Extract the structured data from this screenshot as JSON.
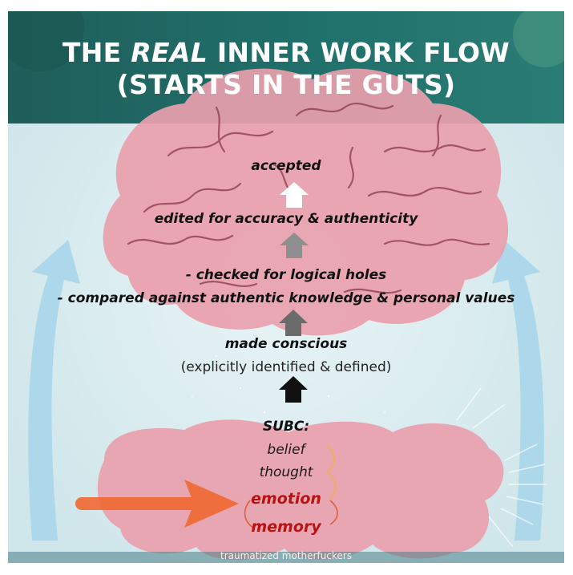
{
  "title": {
    "prefix": "THE ",
    "emphasis": "REAL",
    "suffix": " INNER WORK FLOW",
    "line2": "(STARTS IN THE GUTS)"
  },
  "steps": {
    "accepted": "accepted",
    "edited": "edited for accuracy & authenticity",
    "checked": "- checked for logical holes",
    "compared": "- compared against authentic knowledge & personal values",
    "made_conscious": "made conscious",
    "explicit": "(explicitly identified & defined)"
  },
  "subc": {
    "label": "SUBC:",
    "items": [
      "belief",
      "thought",
      "emotion",
      "memory"
    ]
  },
  "credit": "traumatized motherfuckers",
  "colors": {
    "header_teal": "#1f6e6a",
    "organ_pink": "#e9a0ac",
    "brain_lines": "#8a3a4a",
    "arrow_orange": "#f06a35",
    "arrow_white": "#ffffff",
    "arrow_gray": "#8f8f8f",
    "arrow_dark_gray": "#6b6b6b",
    "arrow_black": "#111111",
    "text_red": "#b81212",
    "side_blue": "#a9d6ea"
  },
  "icons": {
    "brain": "brain-icon",
    "gut": "gut-icon",
    "side_arrows": "curved-arrow-icon",
    "pointer": "right-arrow-icon"
  }
}
